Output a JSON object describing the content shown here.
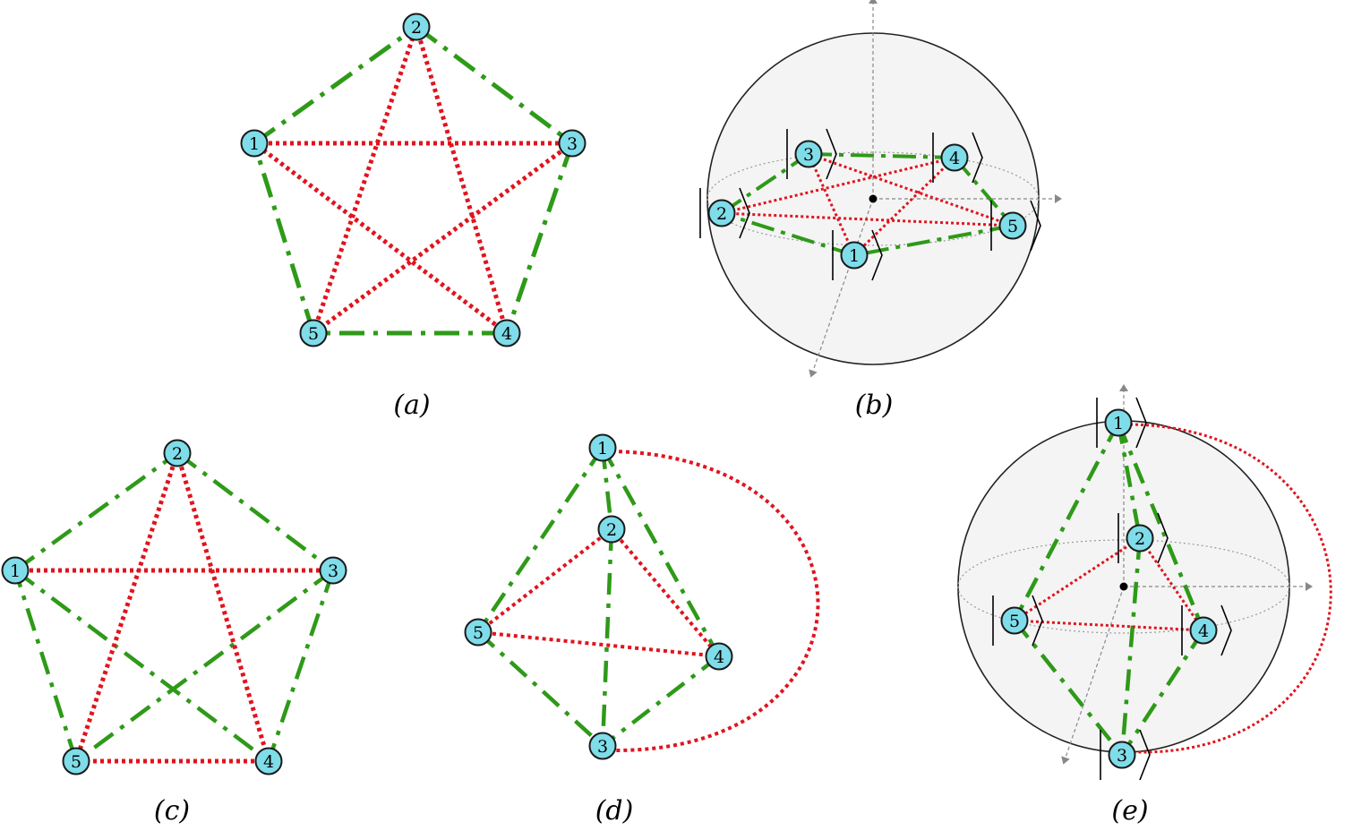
{
  "colors": {
    "node_fill": "#7fdce9",
    "node_stroke": "#1a1a1a",
    "red_edge": "#e0141e",
    "green_edge": "#2e9a18",
    "sphere_fill": "#f4f4f4",
    "axis": "#888888"
  },
  "panels": [
    {
      "id": "a",
      "caption": "(a)",
      "kind": "graph",
      "nodes": [
        "1",
        "2",
        "3",
        "4",
        "5"
      ],
      "green_edges": [
        [
          "1",
          "2"
        ],
        [
          "2",
          "3"
        ],
        [
          "3",
          "4"
        ],
        [
          "4",
          "5"
        ],
        [
          "5",
          "1"
        ]
      ],
      "red_edges": [
        [
          "1",
          "3"
        ],
        [
          "3",
          "5"
        ],
        [
          "5",
          "2"
        ],
        [
          "2",
          "4"
        ],
        [
          "4",
          "1"
        ]
      ]
    },
    {
      "id": "b",
      "caption": "(b)",
      "kind": "bloch_sphere",
      "nodes": [
        "1",
        "2",
        "3",
        "4",
        "5"
      ],
      "ket_labels": true,
      "green_edges": [
        [
          "1",
          "2"
        ],
        [
          "2",
          "3"
        ],
        [
          "3",
          "4"
        ],
        [
          "4",
          "5"
        ],
        [
          "5",
          "1"
        ]
      ],
      "red_edges": [
        [
          "1",
          "3"
        ],
        [
          "3",
          "5"
        ],
        [
          "5",
          "2"
        ],
        [
          "2",
          "4"
        ],
        [
          "4",
          "1"
        ]
      ]
    },
    {
      "id": "c",
      "caption": "(c)",
      "kind": "graph",
      "nodes": [
        "1",
        "2",
        "3",
        "4",
        "5"
      ],
      "green_edges": [
        [
          "1",
          "2"
        ],
        [
          "2",
          "3"
        ],
        [
          "3",
          "4"
        ],
        [
          "5",
          "1"
        ],
        [
          "1",
          "4"
        ],
        [
          "3",
          "5"
        ]
      ],
      "red_edges": [
        [
          "1",
          "3"
        ],
        [
          "2",
          "5"
        ],
        [
          "2",
          "4"
        ],
        [
          "4",
          "5"
        ]
      ]
    },
    {
      "id": "d",
      "caption": "(d)",
      "kind": "graph",
      "nodes": [
        "1",
        "2",
        "3",
        "4",
        "5"
      ],
      "green_edges": [
        [
          "1",
          "5"
        ],
        [
          "1",
          "2"
        ],
        [
          "1",
          "4"
        ],
        [
          "2",
          "3"
        ],
        [
          "5",
          "3"
        ],
        [
          "4",
          "3"
        ]
      ],
      "red_edges": [
        [
          "2",
          "5"
        ],
        [
          "2",
          "4"
        ],
        [
          "5",
          "4"
        ],
        [
          "1",
          "3"
        ]
      ]
    },
    {
      "id": "e",
      "caption": "(e)",
      "kind": "bloch_sphere",
      "nodes": [
        "1",
        "2",
        "3",
        "4",
        "5"
      ],
      "ket_labels": true,
      "green_edges": [
        [
          "1",
          "5"
        ],
        [
          "1",
          "2"
        ],
        [
          "1",
          "4"
        ],
        [
          "2",
          "3"
        ],
        [
          "5",
          "3"
        ],
        [
          "4",
          "3"
        ]
      ],
      "red_edges": [
        [
          "2",
          "5"
        ],
        [
          "2",
          "4"
        ],
        [
          "5",
          "4"
        ],
        [
          "1",
          "3"
        ]
      ]
    }
  ]
}
